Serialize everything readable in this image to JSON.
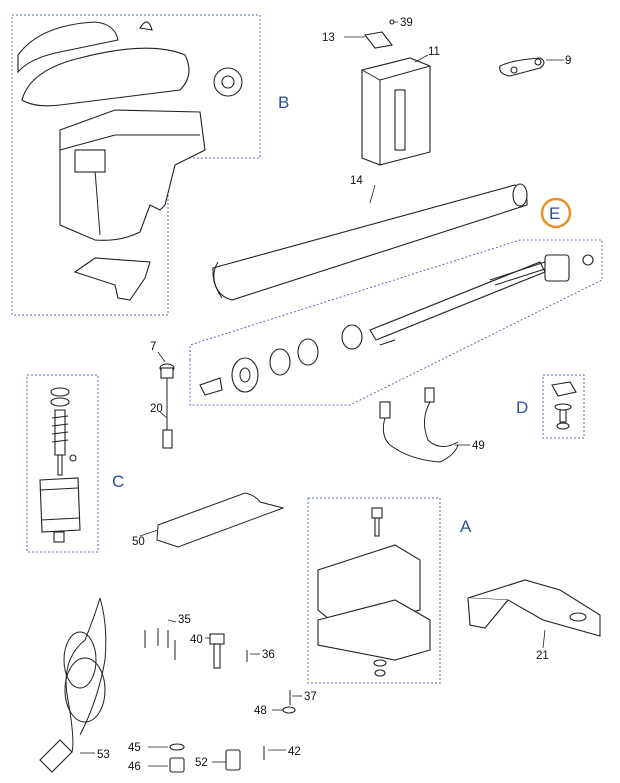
{
  "group_labels": {
    "A": "A",
    "B": "B",
    "C": "C",
    "D": "D",
    "E": "E"
  },
  "highlight_color": "#e8912b",
  "group_label_color": "#2f4f9c",
  "part_numbers": {
    "p7": "7",
    "p9": "9",
    "p11": "11",
    "p13": "13",
    "p14": "14",
    "p20": "20",
    "p21": "21",
    "p35": "35",
    "p36": "36",
    "p37": "37",
    "p39": "39",
    "p40": "40",
    "p42": "42",
    "p45": "45",
    "p46": "46",
    "p48": "48",
    "p49": "49",
    "p50": "50",
    "p52": "52",
    "p53": "53"
  }
}
